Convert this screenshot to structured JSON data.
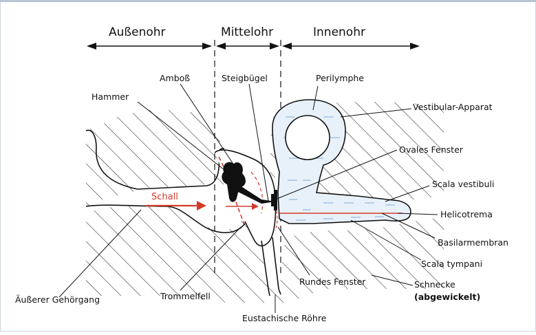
{
  "colors": {
    "frame_top": "#b7c6d6",
    "frame_side": "#cdd6df",
    "ink": "#111111",
    "sound_red": "#d23a2a",
    "fluid_blue": "#7fa9d6",
    "fluid_fill": "#e8f1fa"
  },
  "regions": {
    "outer_ear": "Außenohr",
    "middle_ear": "Mittelohr",
    "inner_ear": "Innenohr"
  },
  "labels": {
    "amboss": "Amboß",
    "steigbuegel": "Steigbügel",
    "perilymphe": "Perilymphe",
    "hammer": "Hammer",
    "vestibular": "Vestibular-Apparat",
    "ovales_fenster": "Ovales Fenster",
    "scala_vestibuli": "Scala vestibuli",
    "helicotrema": "Helicotrema",
    "basilarmembran": "Basilarmembran",
    "scala_tympani": "Scala tympani",
    "schnecke_1": "Schnecke",
    "schnecke_2": "(abgewickelt)",
    "gehoergang": "Äußerer Gehörgang",
    "trommelfell": "Trommelfell",
    "rundes_fenster": "Rundes Fenster",
    "eustachische": "Eustachische Röhre",
    "schall": "Schall"
  }
}
